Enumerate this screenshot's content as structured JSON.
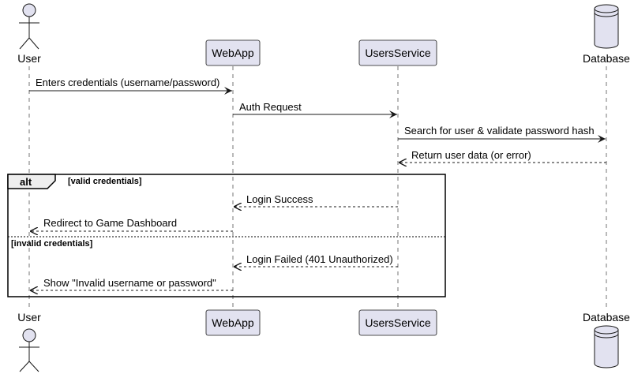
{
  "colors": {
    "participant_fill": "#E2E2F0",
    "participant_stroke": "#181818",
    "lifeline": "#181818",
    "arrow": "#181818",
    "fragment_stroke": "#000000",
    "fragment_tab_fill": "#EEEEEE"
  },
  "participants": {
    "user": {
      "name": "User",
      "kind": "actor"
    },
    "webapp": {
      "name": "WebApp",
      "kind": "participant"
    },
    "usersservice": {
      "name": "UsersService",
      "kind": "participant"
    },
    "database": {
      "name": "Database",
      "kind": "database"
    }
  },
  "messages": [
    {
      "from": "User",
      "to": "WebApp",
      "text": "Enters credentials (username/password)",
      "style": "solid"
    },
    {
      "from": "WebApp",
      "to": "UsersService",
      "text": "Auth Request",
      "style": "solid"
    },
    {
      "from": "UsersService",
      "to": "Database",
      "text": "Search for user & validate password hash",
      "style": "solid"
    },
    {
      "from": "Database",
      "to": "UsersService",
      "text": "Return user data (or error)",
      "style": "dashed"
    },
    {
      "from": "UsersService",
      "to": "WebApp",
      "text": "Login Success",
      "style": "dashed"
    },
    {
      "from": "WebApp",
      "to": "User",
      "text": "Redirect to Game Dashboard",
      "style": "dashed"
    },
    {
      "from": "UsersService",
      "to": "WebApp",
      "text": "Login Failed (401 Unauthorized)",
      "style": "dashed"
    },
    {
      "from": "WebApp",
      "to": "User",
      "text": "Show \"Invalid username or password\"",
      "style": "dashed"
    }
  ],
  "fragment": {
    "operator": "alt",
    "guard_1": "[valid credentials]",
    "guard_2": "[invalid credentials]"
  }
}
